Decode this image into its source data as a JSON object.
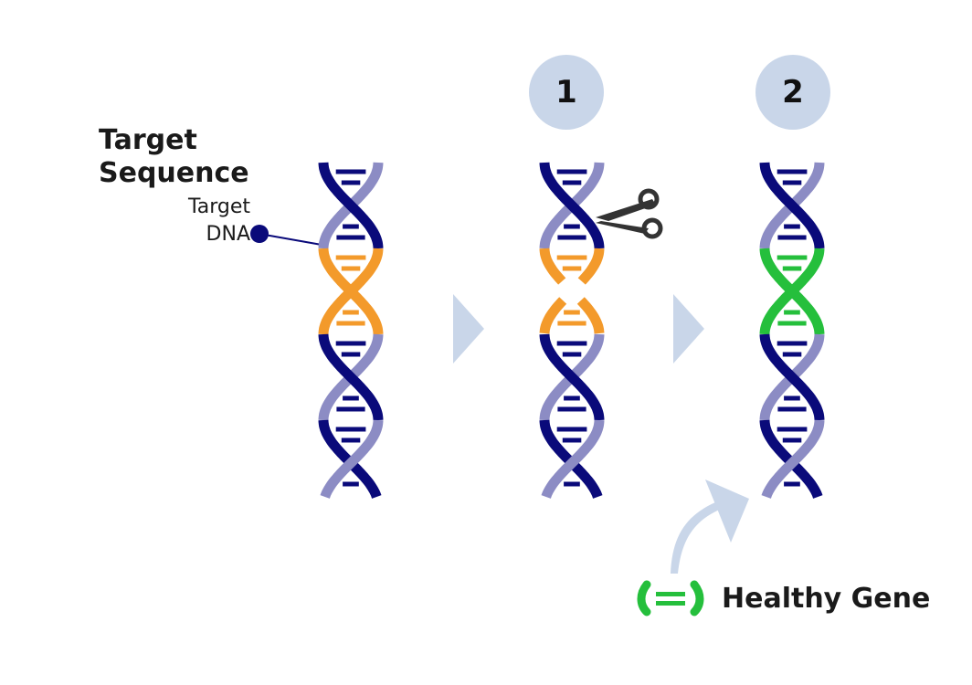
{
  "title_line1": "Target",
  "title_line2": "Sequence",
  "target_label_line1": "Target",
  "target_label_line2": "DNA",
  "steps": [
    "1",
    "2"
  ],
  "legend": {
    "label": "Healthy Gene"
  },
  "colors": {
    "strand_dark": "#0a0a7a",
    "strand_light": "#8c8cc4",
    "target": "#f39a2b",
    "healthy": "#25bf3c",
    "arrow": "#c9d6e9",
    "scissors": "#333333"
  },
  "icons": [
    "scissors-icon",
    "step-arrow-icon",
    "insert-arrow-icon",
    "healthy-gene-icon"
  ]
}
